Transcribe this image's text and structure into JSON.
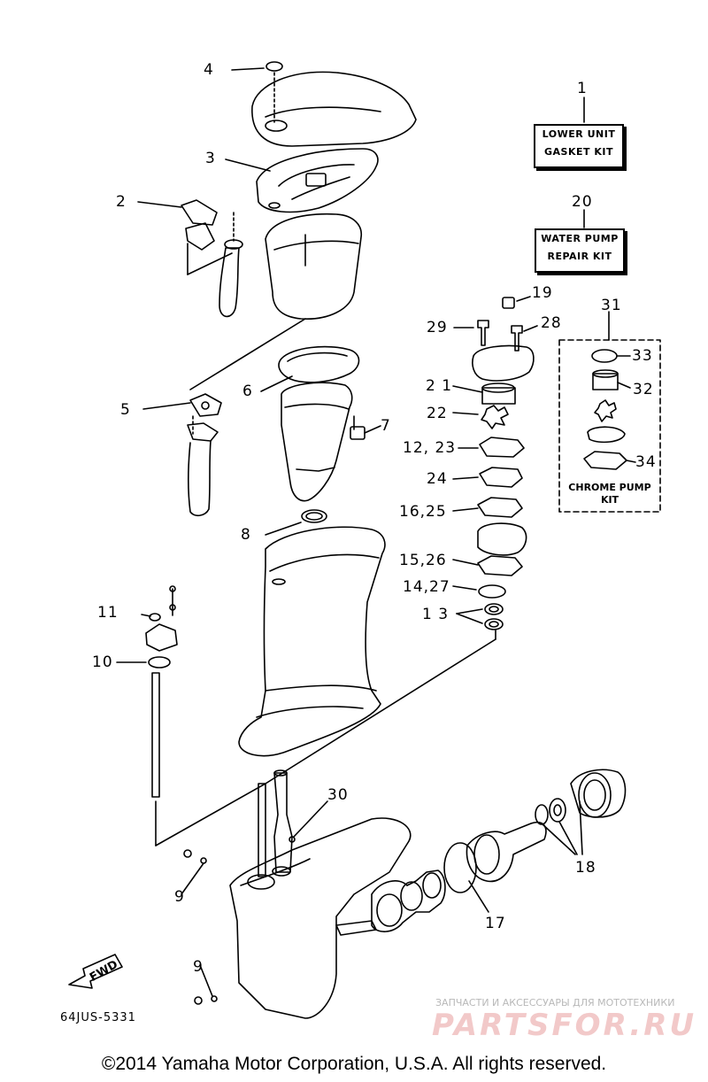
{
  "callouts": {
    "c1": "1",
    "c2": "2",
    "c3": "3",
    "c4": "4",
    "c5": "5",
    "c6": "6",
    "c7": "7",
    "c8": "8",
    "c9a": "9",
    "c9b": "9",
    "c10": "10",
    "c11": "11",
    "c12_23": "12, 23",
    "c13": "1 3",
    "c14_27": "14,27",
    "c15_26": "15,26",
    "c16_25": "16,25",
    "c17": "17",
    "c18": "18",
    "c19": "19",
    "c20": "20",
    "c21": "2 1",
    "c22": "22",
    "c24": "24",
    "c28": "28",
    "c29": "29",
    "c30": "30",
    "c31": "31",
    "c32": "32",
    "c33": "33",
    "c34": "34"
  },
  "kits": {
    "gasket": [
      "LOWER UNIT",
      "GASKET KIT"
    ],
    "water_pump": [
      "WATER PUMP",
      "REPAIR KIT"
    ],
    "chrome": [
      "CHROME PUMP",
      "KIT"
    ]
  },
  "direction_label": "FWD",
  "diagram_code": "64JUS-5331",
  "watermark": {
    "line1": "ЗАПЧАСТИ И АКСЕССУАРЫ ДЛЯ МОТОТЕХНИКИ",
    "line2": "PARTSFOR.RU"
  },
  "copyright": "©2014 Yamaha Motor Corporation, U.S.A. All rights reserved.",
  "colors": {
    "ink": "#000000",
    "watermark_red": "#f2c9c9",
    "watermark_gray": "#b8b8b8"
  }
}
